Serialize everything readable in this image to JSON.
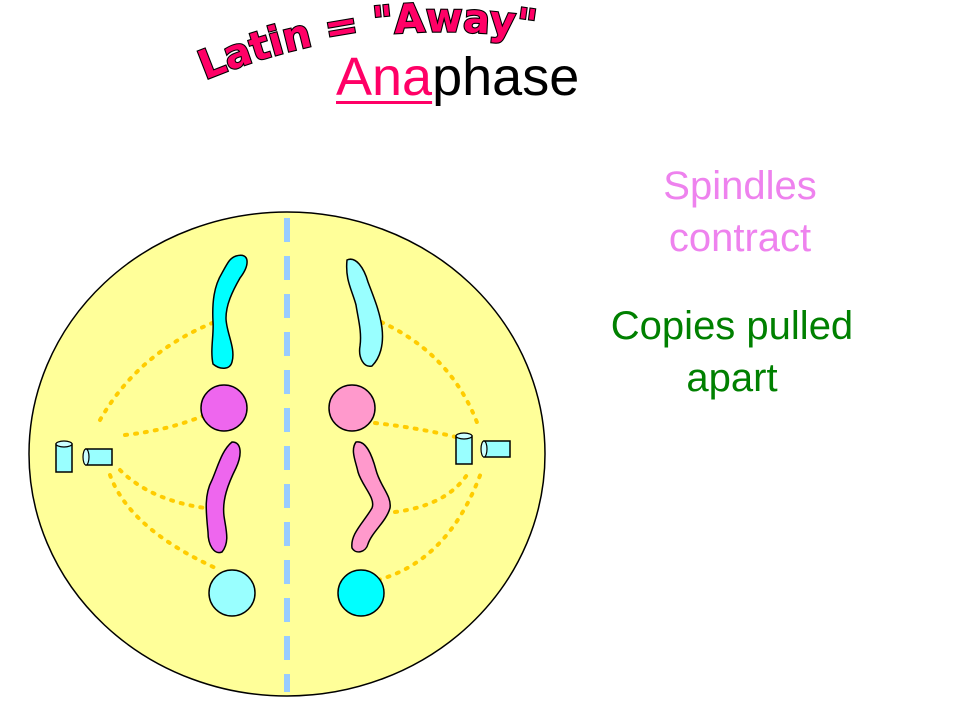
{
  "banner": {
    "text": "Latin = \"Away\""
  },
  "title": {
    "prefix": "Ana",
    "suffix": "phase"
  },
  "notes": {
    "spindles": "Spindles contract",
    "copies": "Copies pulled apart"
  },
  "colors": {
    "banner": "#ff0066",
    "cell": "#ffff99",
    "equator": "#99ccff",
    "spindle": "#ffcc00",
    "spindles_text": "#ee82ee",
    "copies_text": "#008000",
    "cyan": "#00ffff",
    "light_cyan": "#99ffff",
    "magenta": "#ee66ee",
    "pink": "#ff99cc"
  },
  "icons": {
    "centriole": "centriole-icon",
    "chromosome": "chromosome-icon"
  }
}
